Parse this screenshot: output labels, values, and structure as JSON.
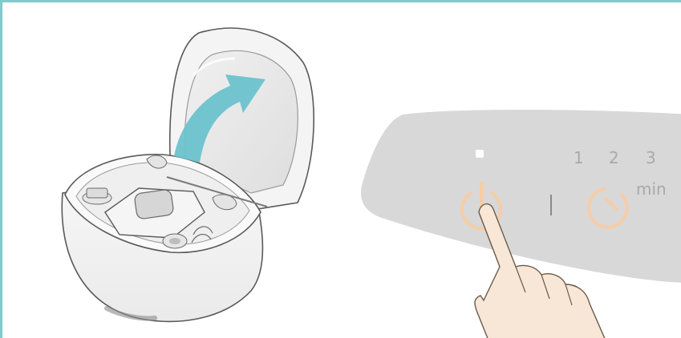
{
  "control_panel": {
    "timer_levels": [
      "1",
      "2",
      "3"
    ],
    "timer_unit": "min"
  },
  "colors": {
    "frame_border": "#7ecbcb",
    "arrow": "#6cc3cd",
    "panel": "#d8d8d8",
    "icon_glow": "#f5cda6",
    "indicator": "#ffffff",
    "skin": "#f8e6d6"
  },
  "icons": [
    "power-icon",
    "timer-icon",
    "open-lid-arrow-icon",
    "pointing-hand"
  ]
}
